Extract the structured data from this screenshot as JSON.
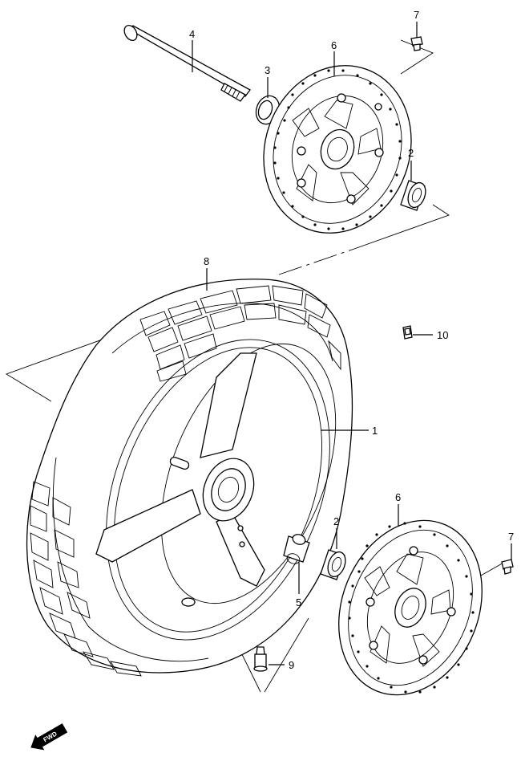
{
  "diagram": {
    "parts": [
      {
        "callout": "1"
      },
      {
        "callout": "2"
      },
      {
        "callout": "2"
      },
      {
        "callout": "3"
      },
      {
        "callout": "4"
      },
      {
        "callout": "5"
      },
      {
        "callout": "6"
      },
      {
        "callout": "6"
      },
      {
        "callout": "7"
      },
      {
        "callout": "7"
      },
      {
        "callout": "8"
      },
      {
        "callout": "9"
      },
      {
        "callout": "10"
      }
    ],
    "fwd_label": "FWD"
  }
}
